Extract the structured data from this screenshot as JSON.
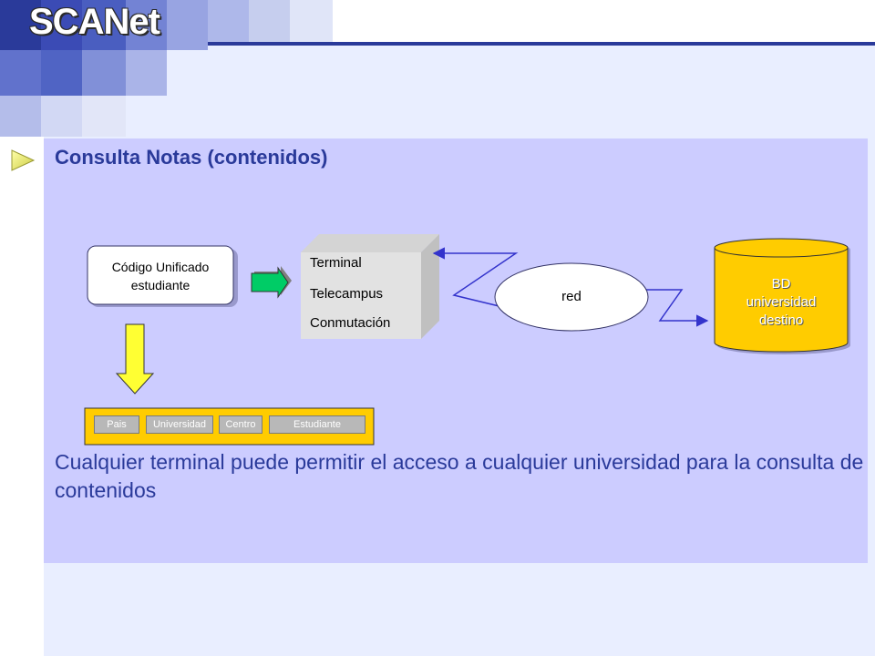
{
  "logo": {
    "text": "SCANet"
  },
  "slide": {
    "title": "Consulta Notas (contenidos)",
    "body": "Cualquier terminal puede permitir el acceso a cualquier universidad para la consulta de contenidos"
  },
  "diagram": {
    "source_box": {
      "line1": "Código Unificado",
      "line2": "estudiante"
    },
    "terminal_box": {
      "line1": "Terminal",
      "line2": "Telecampus",
      "line3": "Conmutación"
    },
    "network": {
      "label": "red"
    },
    "database": {
      "line1": "BD",
      "line2": "universidad",
      "line3": "destino"
    },
    "code_fields": [
      "Pais",
      "Universidad",
      "Centro",
      "Estudiante"
    ]
  },
  "colors": {
    "content_bg": "#ccccff",
    "title": "#2a3a9a",
    "db_fill": "#ffcc00",
    "arrow_green": "#00cc66",
    "arrow_yellow": "#ffff33",
    "network_line": "#3333cc"
  },
  "icons": {
    "bullet": "play-triangle-icon"
  }
}
